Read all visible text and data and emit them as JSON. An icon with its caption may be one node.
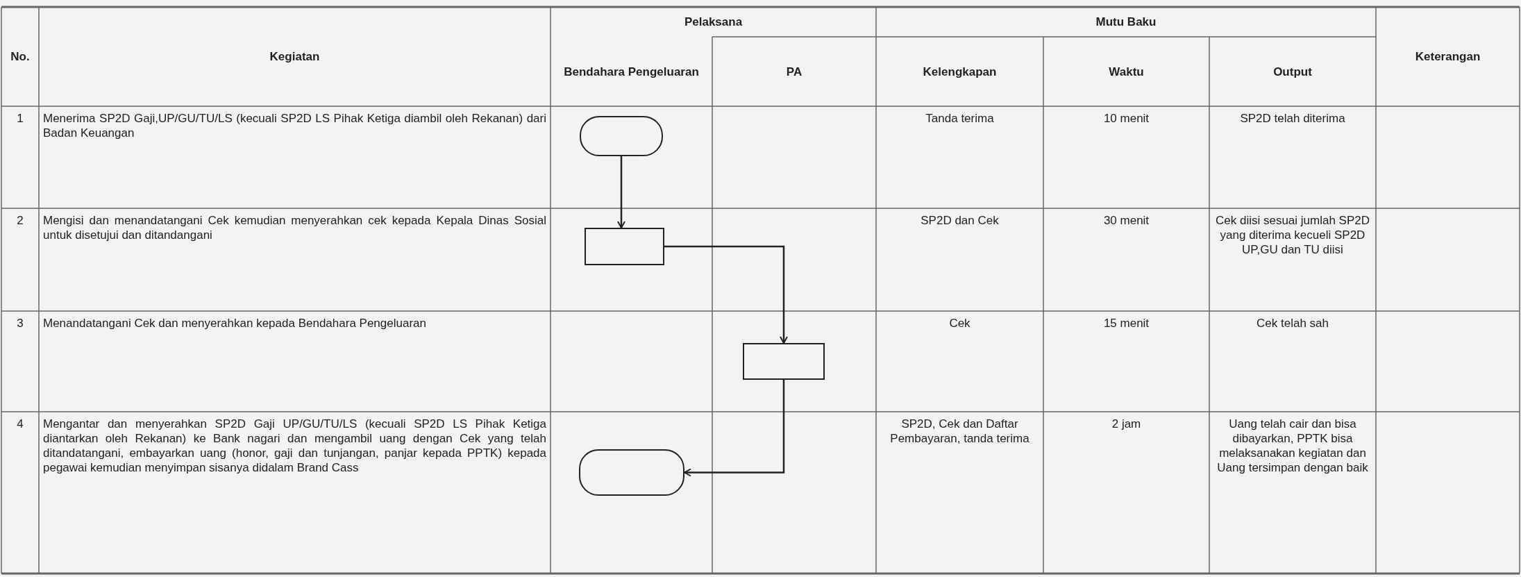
{
  "diagram": {
    "nodes": [
      {
        "text": [],
        "shape": "terminal"
      },
      {
        "text": [],
        "shape": "box"
      },
      {
        "text": [],
        "shape": "box"
      },
      {
        "text": [],
        "shape": "terminal"
      }
    ],
    "edges": [
      {
        "from": 0,
        "to": 1,
        "arrow": "to"
      },
      {
        "from": 1,
        "to": 2,
        "arrow": "to"
      },
      {
        "from": 2,
        "to": 3,
        "arrow": "to"
      }
    ],
    "labels": [
      "No.",
      "Kegiatan",
      "Pelaksana",
      "Mutu Baku",
      "Keterangan",
      "Bendahara Pengeluaran",
      "PA",
      "Kelengkapan",
      "Waktu",
      "Output",
      "1",
      "Menerima SP2D Gaji,UP/GU/TU/LS (kecuali SP2D LS Pihak Ketiga diambil oleh Rekanan) dari Badan Keuangan",
      "Tanda terima",
      "10 menit",
      "SP2D telah diterima",
      "2",
      "Mengisi dan menandatangani Cek kemudian menyerahkan cek kepada Kepala Dinas Sosial untuk disetujui dan ditandangani",
      "SP2D dan Cek",
      "30 menit",
      "Cek diisi sesuai jumlah SP2D yang diterima kecueli SP2D UP,GU dan TU diisi",
      "3",
      "Menandatangani Cek dan menyerahkan kepada Bendahara Pengeluaran",
      "Cek",
      "15 menit",
      "Cek telah sah",
      "4",
      "Mengantar dan menyerahkan SP2D Gaji UP/GU/TU/LS (kecuali SP2D LS Pihak Ketiga diantarkan oleh Rekanan) ke Bank nagari dan mengambil uang dengan Cek yang telah ditandatangani, embayarkan uang (honor, gaji dan tunjangan, panjar kepada PPTK) kepada pegawai kemudian menyimpan sisanya didalam Brand Cass",
      "SP2D, Cek dan Daftar Pembayaran, tanda terima",
      "2 jam",
      "Uang telah cair dan bisa dibayarkan, PPTK bisa melaksanakan kegiatan dan Uang tersimpan dengan baik"
    ]
  }
}
